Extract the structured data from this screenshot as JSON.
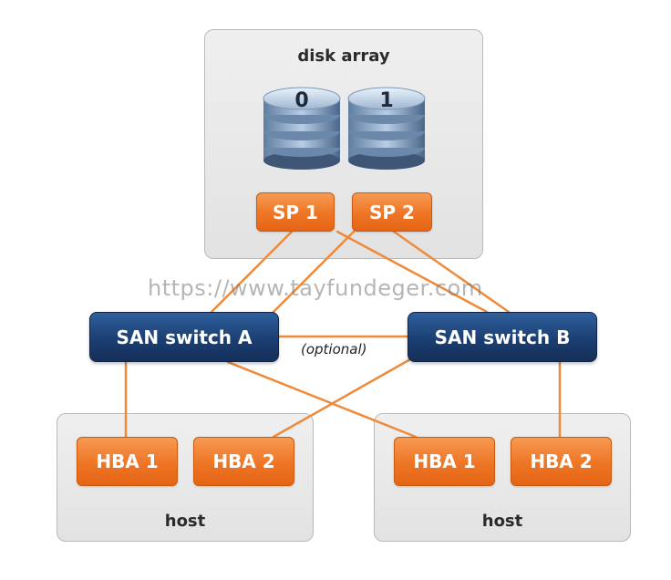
{
  "disk_array": {
    "title": "disk array",
    "disks": [
      "0",
      "1"
    ],
    "storage_processors": [
      "SP 1",
      "SP 2"
    ]
  },
  "switches": {
    "a": "SAN switch A",
    "b": "SAN switch B",
    "link_label": "(optional)"
  },
  "hosts": [
    {
      "title": "host",
      "hbas": [
        "HBA 1",
        "HBA 2"
      ]
    },
    {
      "title": "host",
      "hbas": [
        "HBA 1",
        "HBA 2"
      ]
    }
  ],
  "watermark": "https://www.tayfundeger.com",
  "colors": {
    "link": "#ee8a3a",
    "hba_orange": "#ee7525",
    "switch_navy": "#1b3f73",
    "panel_gray": "#e6e6e6"
  }
}
